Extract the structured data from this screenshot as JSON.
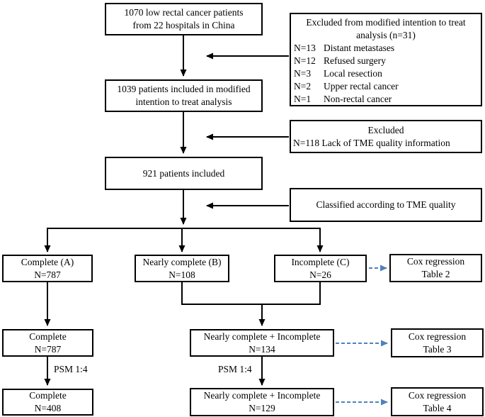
{
  "diagram": {
    "boxes": {
      "patients_1070": {
        "line1": "1070 low rectal cancer patients",
        "line2": "from 22 hospitals in China"
      },
      "excluded_mitt": {
        "title_line1": "Excluded from modified intention to treat",
        "title_line2": "analysis (n=31)",
        "items": [
          {
            "n": "N=13",
            "text": "Distant metastases"
          },
          {
            "n": "N=12",
            "text": "Refused surgery"
          },
          {
            "n": "N=3",
            "text": "Local resection"
          },
          {
            "n": "N=2",
            "text": "Upper rectal cancer"
          },
          {
            "n": "N=1",
            "text": "Non-rectal cancer"
          }
        ]
      },
      "patients_1039": {
        "line1": "1039 patients included in modified",
        "line2": "intention to treat analysis"
      },
      "excluded_tme": {
        "line1": "Excluded",
        "line2": "N=118 Lack of TME quality information"
      },
      "patients_921": {
        "line1": "921 patients included"
      },
      "classified": {
        "line1": "Classified according to TME quality"
      },
      "complete_a": {
        "line1": "Complete (A)",
        "line2": "N=787"
      },
      "nearly_complete_b": {
        "line1": "Nearly complete (B)",
        "line2": "N=108"
      },
      "incomplete_c": {
        "line1": "Incomplete (C)",
        "line2": "N=26"
      },
      "cox_table2": {
        "line1": "Cox regression",
        "line2": "Table 2"
      },
      "complete_787": {
        "line1": "Complete",
        "line2": "N=787"
      },
      "nearly_incomplete_134": {
        "line1": "Nearly complete + Incomplete",
        "line2": "N=134"
      },
      "cox_table3": {
        "line1": "Cox regression",
        "line2": "Table 3"
      },
      "complete_408": {
        "line1": "Complete",
        "line2": "N=408"
      },
      "nearly_incomplete_129": {
        "line1": "Nearly complete + Incomplete",
        "line2": "N=129"
      },
      "cox_table4": {
        "line1": "Cox regression",
        "line2": "Table 4"
      }
    },
    "labels": {
      "psm_left": "PSM 1:4",
      "psm_right": "PSM 1:4"
    },
    "colors": {
      "solid_arrow": "#000000",
      "dashed_arrow": "#4f81bd",
      "box_border": "#000000",
      "text": "#000000",
      "background": "#ffffff"
    }
  }
}
